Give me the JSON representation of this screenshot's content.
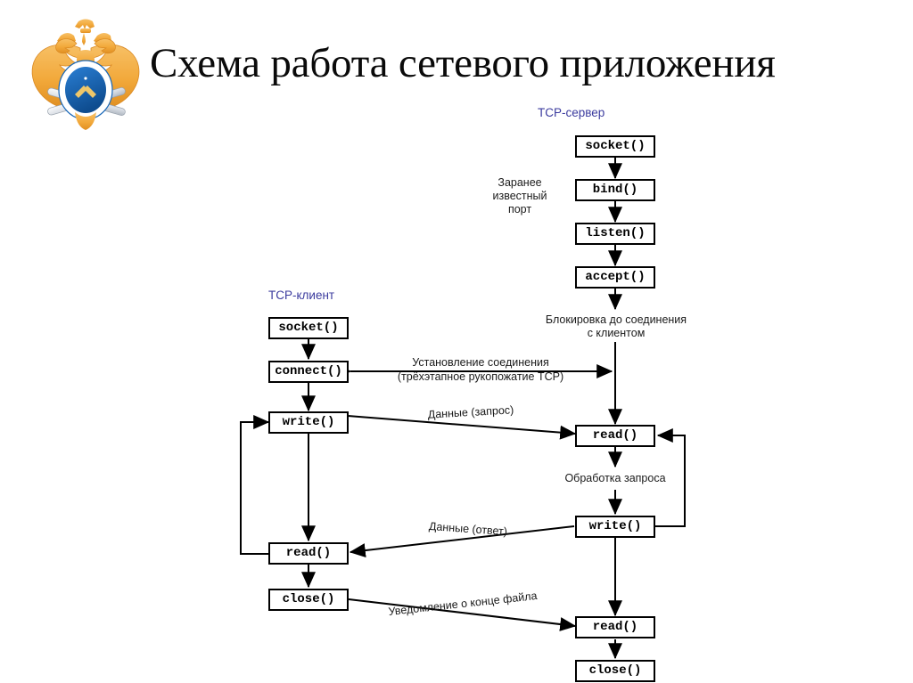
{
  "header": {
    "title": "Схема работа сетевого приложения",
    "emblem_name": "double-headed-eagle-emblem",
    "emblem_colors": {
      "eagle": "#F2A93B",
      "eagle_dark": "#D98821",
      "badge": "#1867B8",
      "badge_dark": "#0E4C8F",
      "tools": "#D7DCE3"
    }
  },
  "diagram": {
    "type": "flowchart",
    "accent_label_color": "#3b3b9e",
    "line_color": "#000000",
    "columns": [
      {
        "id": "client",
        "label": "TCP-клиент"
      },
      {
        "id": "server",
        "label": "TCP-сервер"
      }
    ],
    "client_nodes": [
      {
        "id": "c-socket",
        "label": "socket()"
      },
      {
        "id": "c-connect",
        "label": "connect()"
      },
      {
        "id": "c-write",
        "label": "write()"
      },
      {
        "id": "c-read",
        "label": "read()"
      },
      {
        "id": "c-close",
        "label": "close()"
      }
    ],
    "server_nodes": [
      {
        "id": "s-socket",
        "label": "socket()"
      },
      {
        "id": "s-bind",
        "label": "bind()"
      },
      {
        "id": "s-listen",
        "label": "listen()"
      },
      {
        "id": "s-accept",
        "label": "accept()"
      },
      {
        "id": "s-read1",
        "label": "read()"
      },
      {
        "id": "s-write",
        "label": "write()"
      },
      {
        "id": "s-read2",
        "label": "read()"
      },
      {
        "id": "s-close",
        "label": "close()"
      }
    ],
    "notes": [
      {
        "id": "note-port",
        "text_line1": "Заранее",
        "text_line2": "известный",
        "text_line3": "порт"
      },
      {
        "id": "note-blocking",
        "text_line1": "Блокировка до соединения",
        "text_line2": "с клиентом"
      },
      {
        "id": "note-process",
        "text_line1": "Обработка запроса"
      }
    ],
    "edge_labels": [
      {
        "id": "edge-handshake",
        "line1": "Установление соединения",
        "line2": "(трёхэтапное рукопожатие TCP)"
      },
      {
        "id": "edge-request",
        "line1": "Данные (запрос)"
      },
      {
        "id": "edge-response",
        "line1": "Данные (ответ)"
      },
      {
        "id": "edge-eof",
        "line1": "Уведомление о конце файла"
      }
    ]
  }
}
